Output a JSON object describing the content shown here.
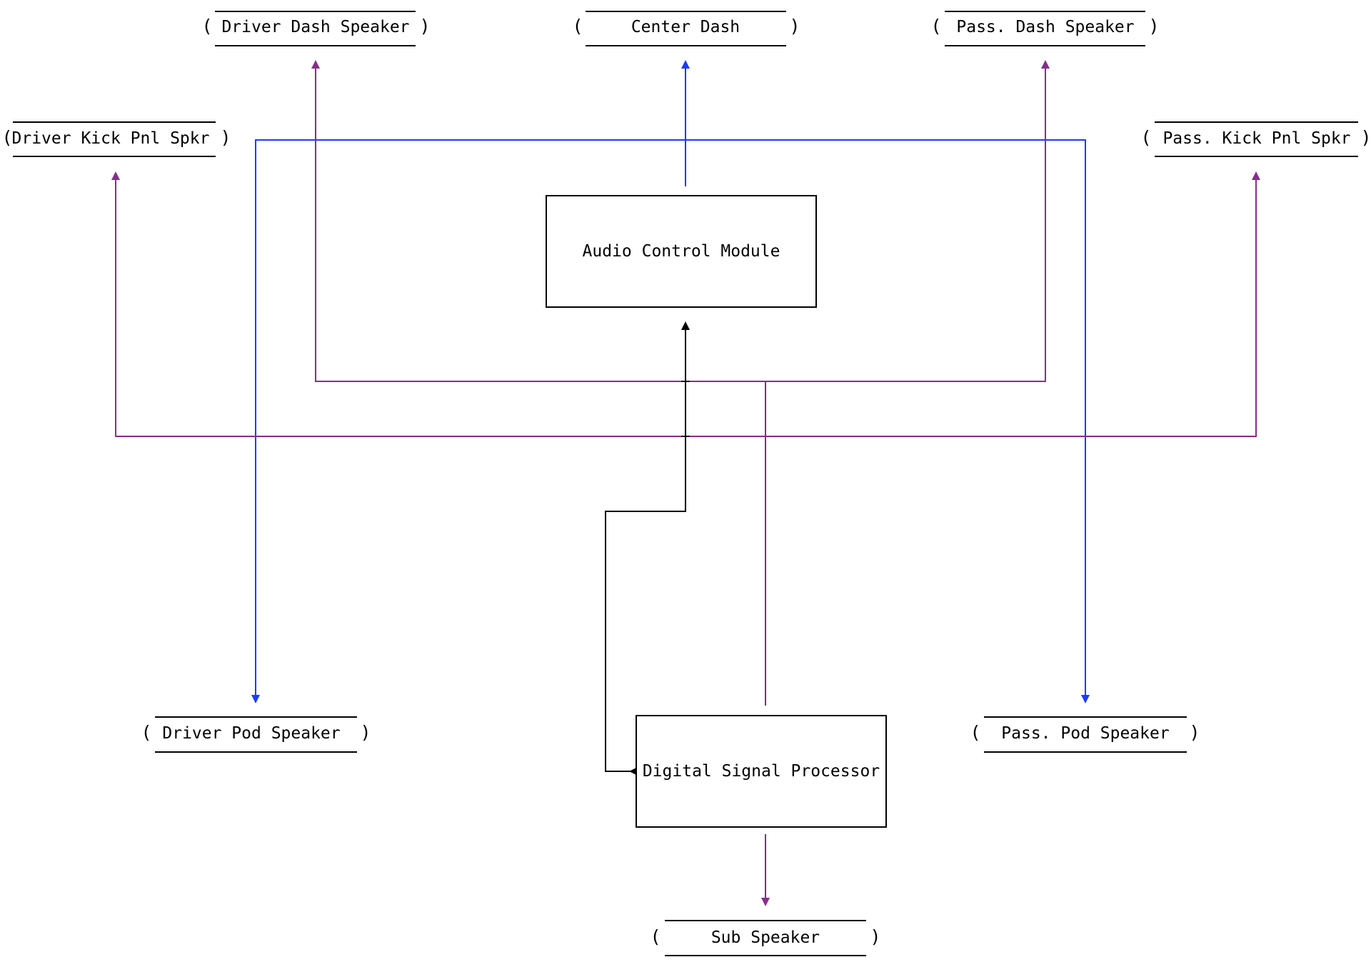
{
  "colors": {
    "blue": "#1a3cff",
    "purple": "#8b2a8f",
    "black": "#000000"
  },
  "processes": {
    "acm": "Audio Control Module",
    "dsp": "Digital Signal Processor"
  },
  "terminals": {
    "driver_dash": "Driver Dash Speaker",
    "center_dash": "Center Dash",
    "pass_dash": "Pass. Dash Speaker",
    "driver_kick": "Driver Kick Pnl Spkr",
    "pass_kick": "Pass. Kick Pnl Spkr",
    "driver_pod": "Driver Pod Speaker",
    "pass_pod": "Pass. Pod Speaker",
    "sub": "Sub Speaker"
  }
}
